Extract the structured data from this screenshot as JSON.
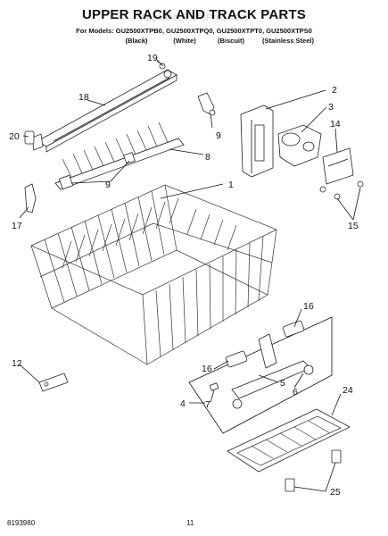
{
  "title": "UPPER RACK AND TRACK PARTS",
  "watermark": "AppliancePartsPros.com",
  "models_line": "For Models: GU2500XTPB0, GU2500XTPQ0, GU2500XTPT0, GU2500XTPS0",
  "variants": [
    "(Black)",
    "(White)",
    "(Biscuit)",
    "(Stainless Steel)"
  ],
  "callouts": {
    "c19": "19",
    "c18": "18",
    "c20": "20",
    "c9a": "9",
    "c8": "8",
    "c9b": "9",
    "c17": "17",
    "c2": "2",
    "c3": "3",
    "c14": "14",
    "c1": "1",
    "c15": "15",
    "c16a": "16",
    "c16b": "16",
    "c12": "12",
    "c5": "5",
    "c6": "6",
    "c4": "4",
    "c7": "7",
    "c24": "24",
    "c25": "25"
  },
  "footer": {
    "doc_number": "8193980",
    "page_number": "11"
  }
}
